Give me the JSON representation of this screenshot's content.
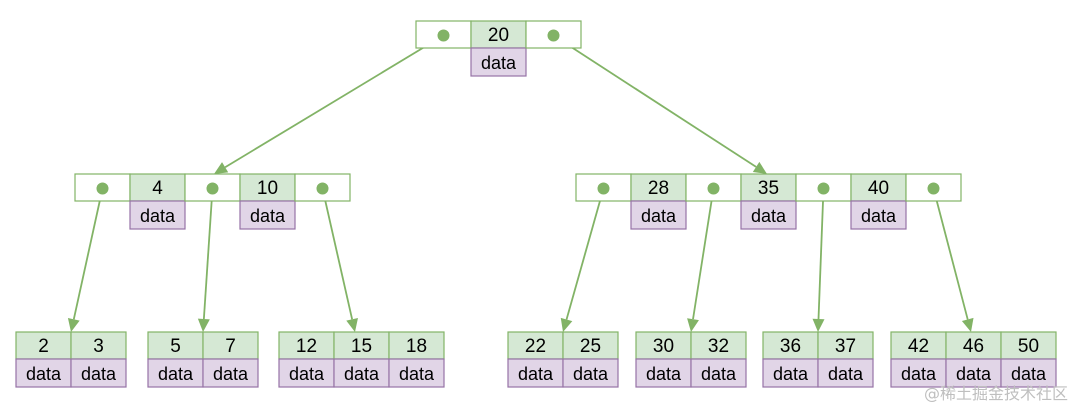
{
  "root": {
    "keys": [
      "20"
    ],
    "data_label": "data"
  },
  "internal": [
    {
      "keys": [
        "4",
        "10"
      ],
      "data_label": "data"
    },
    {
      "keys": [
        "28",
        "35",
        "40"
      ],
      "data_label": "data"
    }
  ],
  "leaves": [
    {
      "keys": [
        "2",
        "3"
      ],
      "data_label": "data"
    },
    {
      "keys": [
        "5",
        "7"
      ],
      "data_label": "data"
    },
    {
      "keys": [
        "12",
        "15",
        "18"
      ],
      "data_label": "data"
    },
    {
      "keys": [
        "22",
        "25"
      ],
      "data_label": "data"
    },
    {
      "keys": [
        "30",
        "32"
      ],
      "data_label": "data"
    },
    {
      "keys": [
        "36",
        "37"
      ],
      "data_label": "data"
    },
    {
      "keys": [
        "42",
        "46",
        "50"
      ],
      "data_label": "data"
    }
  ],
  "watermark": "@稀土掘金技术社区",
  "colors": {
    "key_fill": "#d5e8d4",
    "key_stroke": "#82b366",
    "data_fill": "#e1d5e7",
    "data_stroke": "#9673a6",
    "edge": "#82b366"
  }
}
